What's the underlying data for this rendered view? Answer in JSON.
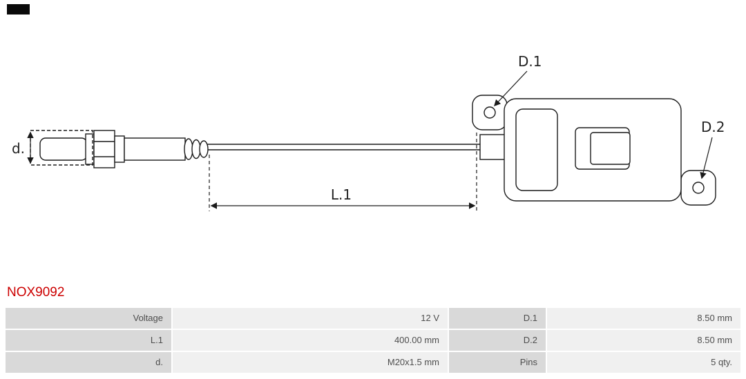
{
  "brand": {
    "logo_color": "#0a0a0a"
  },
  "part": {
    "number": "NOX9092",
    "number_color": "#cc0000"
  },
  "diagram": {
    "type": "technical-drawing",
    "subject": "NOx sensor with cable and control module",
    "line_color": "#1a1a1a",
    "labels": {
      "d": "d.",
      "d1": "D.1",
      "d2": "D.2",
      "l1": "L.1"
    }
  },
  "specs": {
    "label_bg": "#d9d9d9",
    "value_bg": "#f0f0f0",
    "rows": [
      {
        "label1": "Voltage",
        "value1": "12 V",
        "label2": "D.1",
        "value2": "8.50 mm"
      },
      {
        "label1": "L.1",
        "value1": "400.00 mm",
        "label2": "D.2",
        "value2": "8.50 mm"
      },
      {
        "label1": "d.",
        "value1": "M20x1.5 mm",
        "label2": "Pins",
        "value2": "5 qty."
      }
    ]
  }
}
